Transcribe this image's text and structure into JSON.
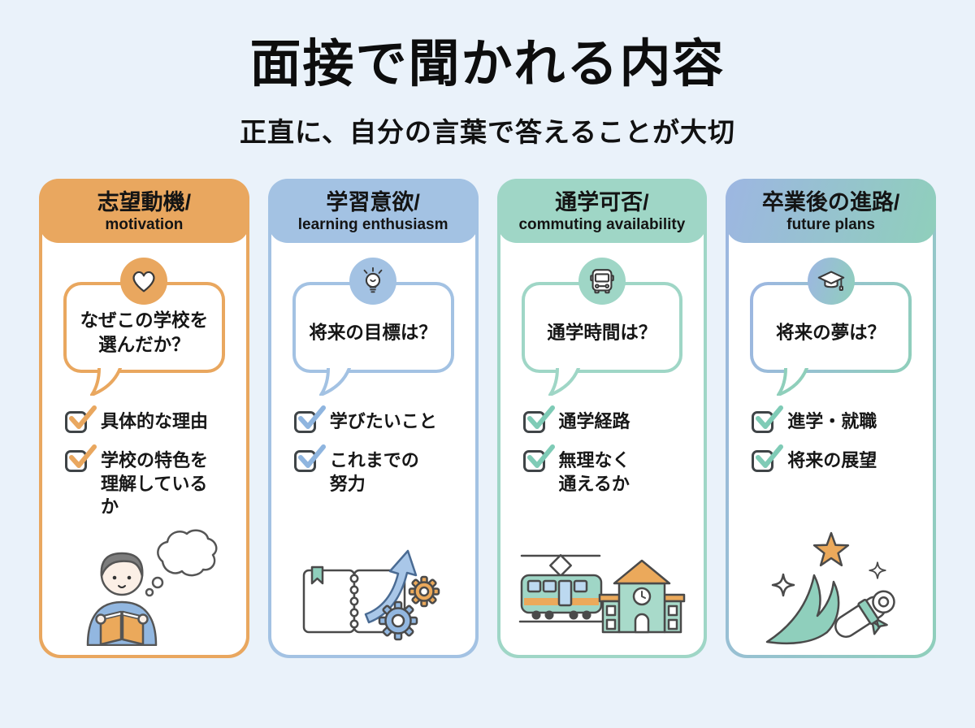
{
  "page": {
    "title": "面接で聞かれる内容",
    "subtitle": "正直に、自分の言葉で答えることが大切",
    "background_color": "#EAF2FA",
    "text_color": "#0d0d0d"
  },
  "cards": [
    {
      "title_ja": "志望動機/",
      "title_en": "motivation",
      "accent_color": "#E9A75F",
      "check_color": "#E9A75F",
      "icon": "heart-icon",
      "question": "なぜこの学校を\n選んだか？",
      "checklist": [
        "具体的な理由",
        "学校の特色を\n理解しているか"
      ],
      "illustration": "student-reading-book-with-thought-bubble"
    },
    {
      "title_ja": "学習意欲/",
      "title_en": "learning enthusiasm",
      "accent_color": "#A3C2E3",
      "check_color": "#8FB5DF",
      "icon": "lightbulb-icon",
      "question": "将来の目標は？",
      "checklist": [
        "学びたいこと",
        "これまでの\n努力"
      ],
      "illustration": "notebook-rising-arrow-gears"
    },
    {
      "title_ja": "通学可否/",
      "title_en": "commuting availability",
      "accent_color": "#9FD6C6",
      "check_color": "#7FCBB6",
      "icon": "bus-icon",
      "question": "通学時間は？",
      "checklist": [
        "通学経路",
        "無理なく\n通えるか"
      ],
      "illustration": "train-and-school-building"
    },
    {
      "title_ja": "卒業後の進路/",
      "title_en": "future plans",
      "accent_color_from": "#9DB6E2",
      "accent_color_to": "#8FCFBB",
      "check_color": "#7FCBB6",
      "icon": "graduation-cap-icon",
      "question": "将来の夢は？",
      "checklist": [
        "進学・就職",
        "将来の展望"
      ],
      "illustration": "winding-path-star-diploma"
    }
  ]
}
